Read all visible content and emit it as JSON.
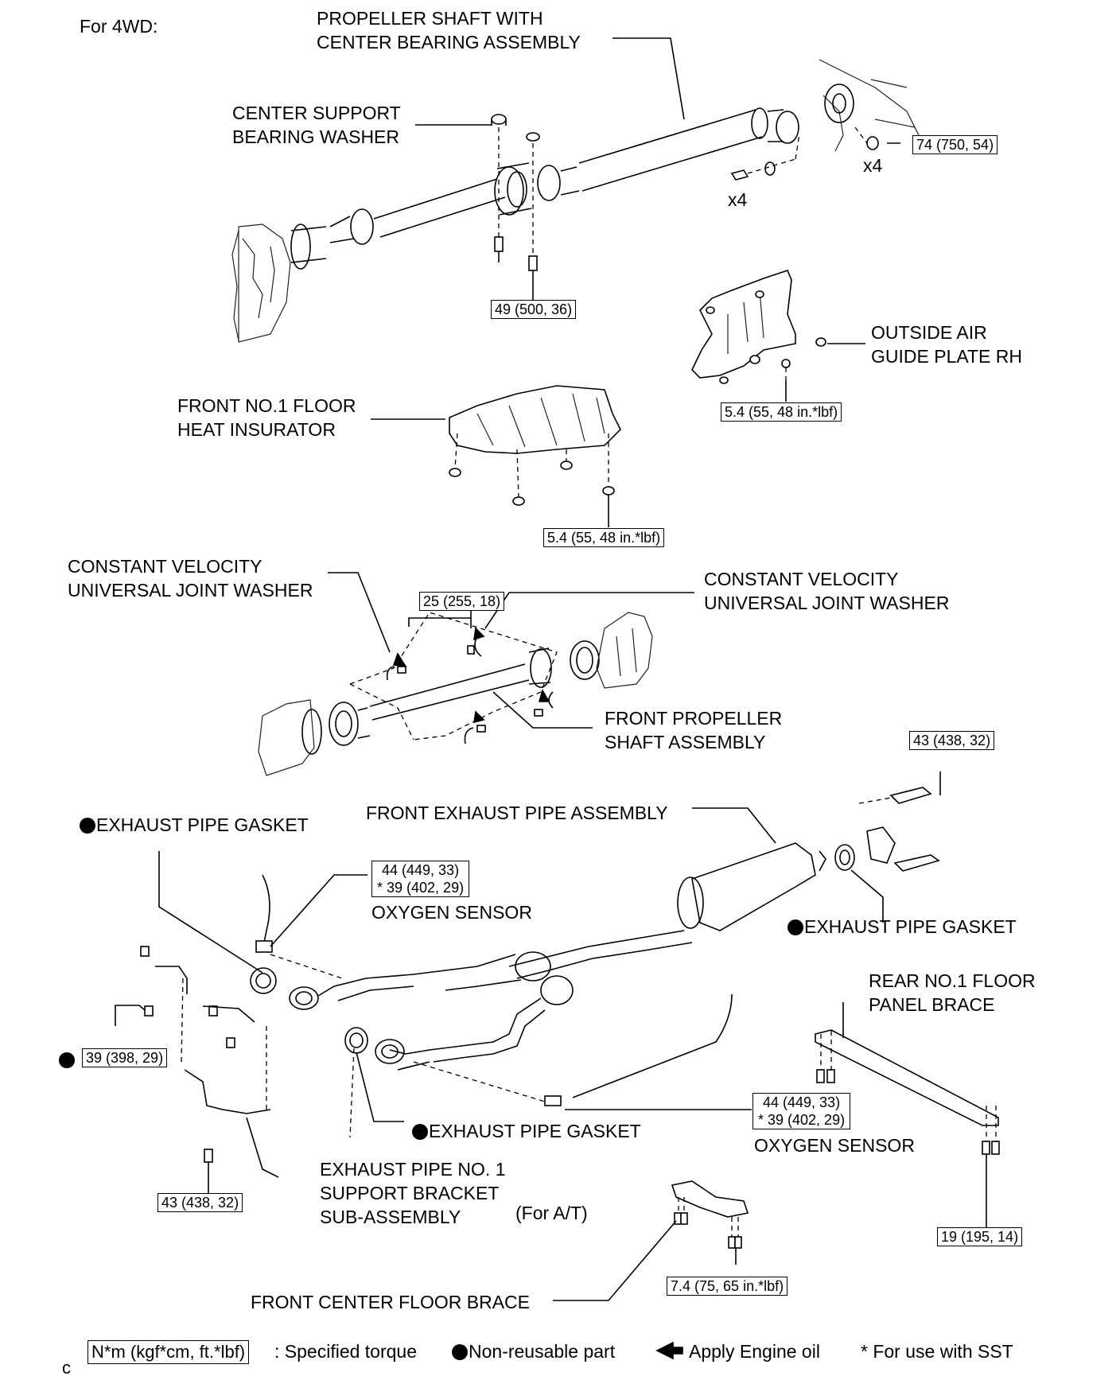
{
  "header": {
    "variant": "For 4WD:"
  },
  "labels": {
    "propeller_shaft": [
      "PROPELLER SHAFT WITH",
      "CENTER BEARING ASSEMBLY"
    ],
    "center_support_washer": [
      "CENTER SUPPORT",
      "BEARING WASHER"
    ],
    "outside_air_guide": [
      "OUTSIDE AIR",
      "GUIDE PLATE RH"
    ],
    "front_floor_heat_insulator": [
      "FRONT NO.1 FLOOR",
      "HEAT INSURATOR"
    ],
    "cv_washer_left": [
      "CONSTANT VELOCITY",
      "UNIVERSAL JOINT WASHER"
    ],
    "cv_washer_right": [
      "CONSTANT VELOCITY",
      "UNIVERSAL JOINT WASHER"
    ],
    "front_propeller_shaft": [
      "FRONT PROPELLER",
      "SHAFT ASSEMBLY"
    ],
    "front_exhaust_pipe": "FRONT EXHAUST PIPE ASSEMBLY",
    "exhaust_gasket_top_left": "EXHAUST PIPE GASKET",
    "exhaust_gasket_right": "EXHAUST PIPE GASKET",
    "exhaust_gasket_bottom": "EXHAUST PIPE GASKET",
    "oxygen_sensor_1": "OXYGEN SENSOR",
    "oxygen_sensor_2": "OXYGEN SENSOR",
    "rear_floor_brace": [
      "REAR NO.1 FLOOR",
      "PANEL BRACE"
    ],
    "support_bracket": [
      "EXHAUST PIPE NO. 1",
      "SUPPORT BRACKET",
      "SUB-ASSEMBLY"
    ],
    "for_at": "(For A/T)",
    "front_center_floor_brace": "FRONT CENTER FLOOR BRACE",
    "qty_x4_a": "x4",
    "qty_x4_b": "x4",
    "footer_mark": "c"
  },
  "torques": {
    "t_74": "74 (750, 54)",
    "t_49": "49 (500, 36)",
    "t_air_guide": "5.4 (55, 48 in.*lbf)",
    "t_heat_ins": "5.4 (55, 48 in.*lbf)",
    "t_25": "25 (255, 18)",
    "t_43_top": "43 (438, 32)",
    "t_o2_1_a": "44 (449, 33)",
    "t_o2_1_b": "* 39 (402, 29)",
    "t_39": "39 (398, 29)",
    "t_o2_2_a": "44 (449, 33)",
    "t_o2_2_b": "* 39 (402, 29)",
    "t_43_bottom": "43 (438, 32)",
    "t_19": "19 (195, 14)",
    "t_74_brace": "7.4 (75, 65 in.*lbf)"
  },
  "legend": {
    "torque_box": "N*m (kgf*cm, ft.*lbf)",
    "torque_text": ": Specified torque",
    "nonreusable": "Non-reusable part",
    "engine_oil": "Apply Engine oil",
    "sst": "* For use with SST"
  }
}
